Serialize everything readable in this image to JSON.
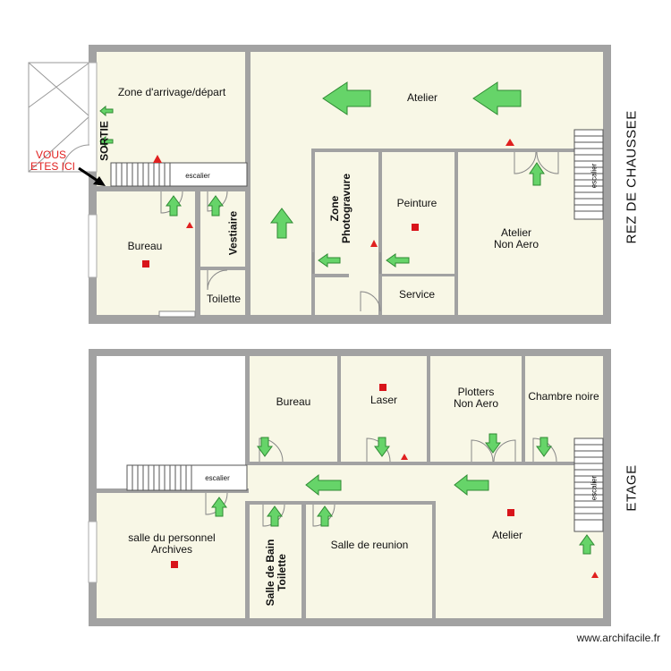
{
  "colors": {
    "wall": "#a2a2a2",
    "floor": "#f8f7e6",
    "arrow": "#66d469",
    "arrow_stroke": "#2f8a33",
    "alarm_triangle": "#e0201f",
    "extinguisher_square": "#d8141a"
  },
  "ground_floor": {
    "title": "REZ DE CHAUSSEE",
    "rooms": {
      "arrivals": "Zone d'arrivage/départ",
      "exit": "SORTIE",
      "stairs": "escalier",
      "office": "Bureau",
      "cloakroom": "Vestiaire",
      "toilet": "Toilette",
      "workshop": "Atelier",
      "photo_line1": "Zone",
      "photo_line2": "Photogravure",
      "paint": "Peinture",
      "service": "Service",
      "non_aero_line1": "Atelier",
      "non_aero_line2": "Non Aero",
      "right_stairs": "escalier"
    },
    "you_are_here_line1": "VOUS",
    "you_are_here_line2": "ETES ICI"
  },
  "upper_floor": {
    "title": "ETAGE",
    "rooms": {
      "office": "Bureau",
      "laser": "Laser",
      "plotters_line1": "Plotters",
      "plotters_line2": "Non Aero",
      "darkroom": "Chambre noire",
      "stairs": "escalier",
      "staff_line1": "salle du personnel",
      "staff_line2": "Archives",
      "bath_line1": "Salle de Bain",
      "bath_line2": "Toilette",
      "meeting": "Salle de reunion",
      "workshop": "Atelier",
      "right_stairs": "escalier"
    }
  },
  "credit": "www.archifacile.fr"
}
